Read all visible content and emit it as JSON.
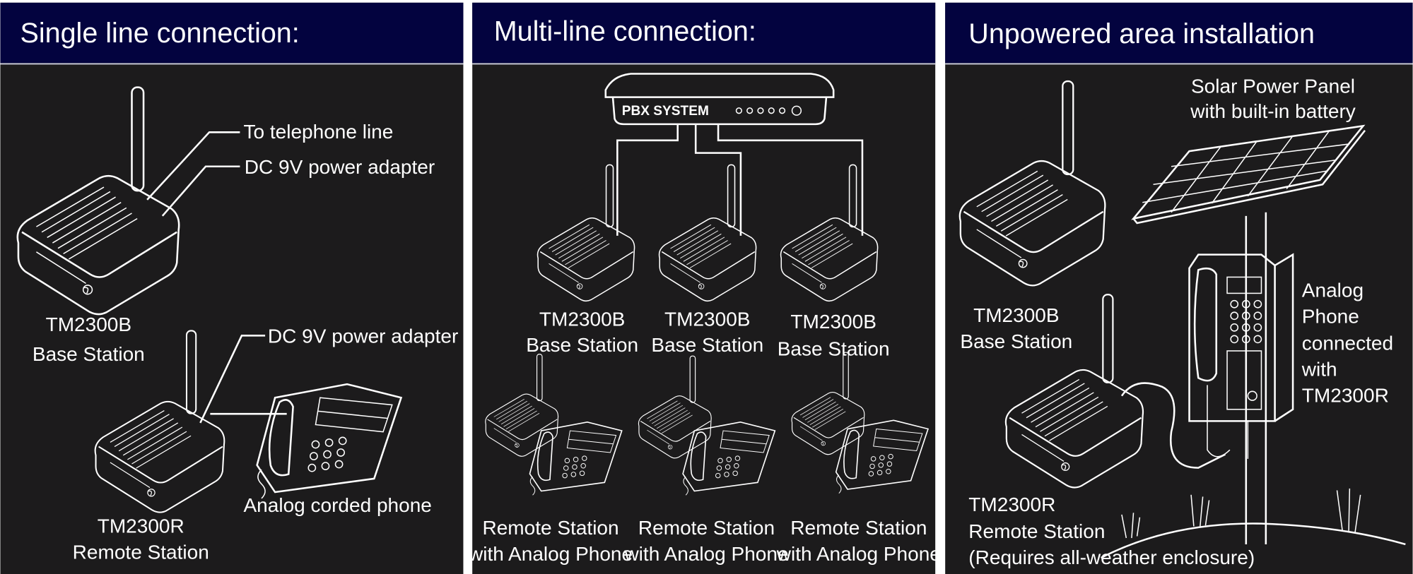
{
  "colors": {
    "header": "#03033f",
    "background": "#1c1b1c",
    "line_art": "#ffffff"
  },
  "panels": [
    {
      "title": "Single line connection:",
      "labels": {
        "telephone_line": "To telephone line",
        "power_adapter_base": "DC 9V power adapter",
        "base_model": "TM2300B",
        "base_name": "Base Station",
        "power_adapter_remote": "DC 9V power adapter",
        "phone": "Analog corded phone",
        "remote_model": "TM2300R",
        "remote_name": "Remote Station"
      }
    },
    {
      "title": "Multi-line connection:",
      "pbx_label": "PBX SYSTEM",
      "base_stations": [
        {
          "model": "TM2300B",
          "name": "Base Station"
        },
        {
          "model": "TM2300B",
          "name": "Base Station"
        },
        {
          "model": "TM2300B",
          "name": "Base Station"
        }
      ],
      "remote_stations": [
        {
          "line1": "Remote Station",
          "line2": "with Analog Phone"
        },
        {
          "line1": "Remote Station",
          "line2": "with Analog Phone"
        },
        {
          "line1": "Remote Station",
          "line2": "with Analog Phone"
        }
      ]
    },
    {
      "title": "Unpowered area installation",
      "labels": {
        "solar_1": "Solar Power Panel",
        "solar_2": "with built-in battery",
        "base_model": "TM2300B",
        "base_name": "Base Station",
        "phone_lines": [
          "Analog",
          "Phone",
          "connected",
          "with",
          "TM2300R"
        ],
        "remote_model": "TM2300R",
        "remote_name": "Remote Station",
        "remote_note": "(Requires all-weather enclosure)"
      }
    }
  ]
}
